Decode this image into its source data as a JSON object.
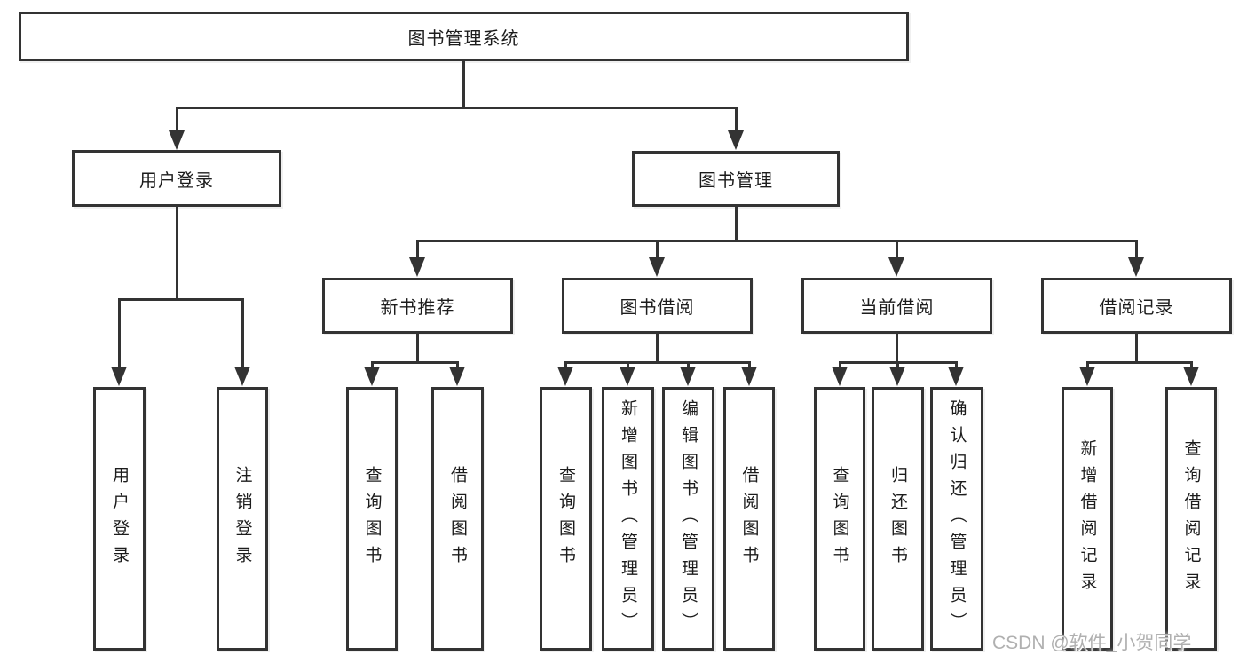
{
  "colors": {
    "line": "#333333",
    "box_border": "#333333",
    "text": "#1c1c1c",
    "background": "#ffffff",
    "watermark": "#b0b0b0"
  },
  "nodes": {
    "root": "图书管理系统",
    "user_login": "用户登录",
    "book_management": "图书管理",
    "new_book_recommendation": "新书推荐",
    "book_borrowing": "图书借阅",
    "current_borrowing": "当前借阅",
    "borrowing_records": "借阅记录",
    "leaf_user_login": "用户登录",
    "leaf_logout": "注销登录",
    "leaf_nbr_query_books": "查询图书",
    "leaf_nbr_borrow_books": "借阅图书",
    "leaf_bb_query_books": "查询图书",
    "leaf_bb_add_books": "新增图书（管理员）",
    "leaf_bb_edit_books": "编辑图书（管理员）",
    "leaf_bb_borrow_books": "借阅图书",
    "leaf_cb_query_books": "查询图书",
    "leaf_cb_return_books": "归还图书",
    "leaf_cb_confirm_return": "确认归还（管理员）",
    "leaf_br_add_record": "新增借阅记录",
    "leaf_br_query_record": "查询借阅记录"
  },
  "watermark": {
    "text": "CSDN @软件_小贺同学"
  }
}
